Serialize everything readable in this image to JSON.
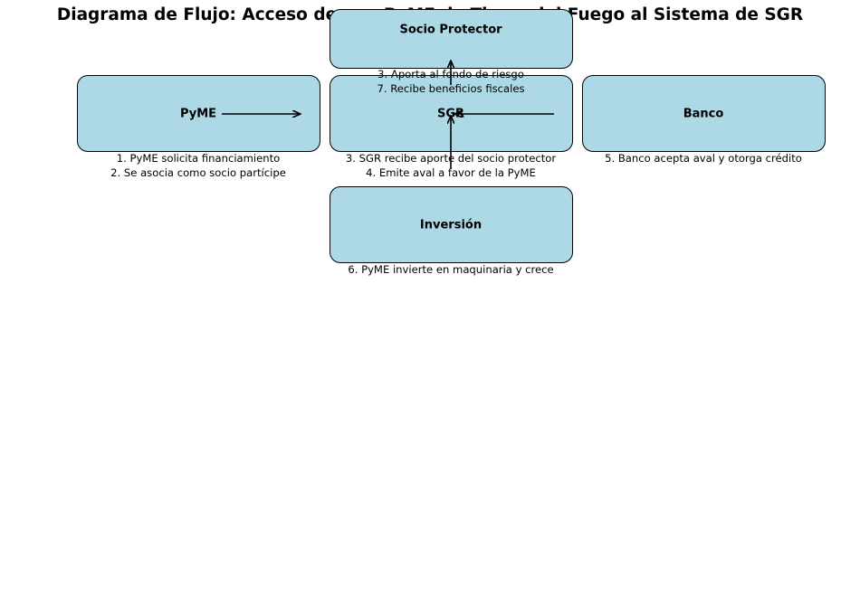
{
  "title": "Diagrama de Flujo: Acceso de una PyME de Tierra del Fuego al Sistema de SGR",
  "nodes": {
    "socio_protector": {
      "label": "Socio Protector",
      "caption": [
        "3. Aporta al fondo de riesgo",
        "7. Recibe beneficios fiscales"
      ]
    },
    "pyme": {
      "label": "PyME",
      "caption": [
        "1. PyME solicita financiamiento",
        "2. Se asocia como socio partícipe"
      ]
    },
    "sgr": {
      "label": "SGR",
      "caption": [
        "3. SGR recibe aporte del socio protector",
        "4. Emite aval a favor de la PyME"
      ]
    },
    "banco": {
      "label": "Banco",
      "caption": [
        "5. Banco acepta aval y otorga crédito"
      ]
    },
    "inversion": {
      "label": "Inversión",
      "caption": [
        "6. PyME invierte en maquinaria y crece"
      ]
    }
  },
  "colors": {
    "node_fill": "#add8e6",
    "stroke": "#000000"
  }
}
